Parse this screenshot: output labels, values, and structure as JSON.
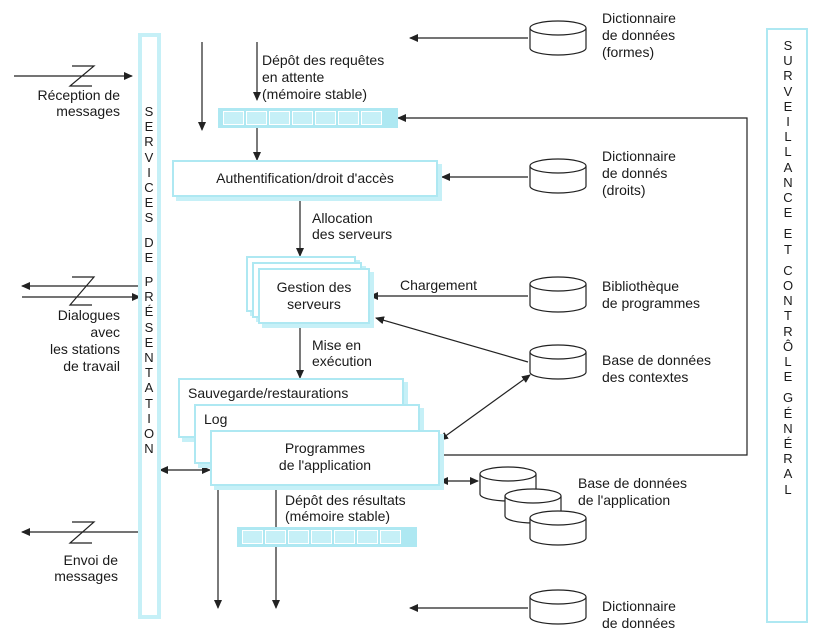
{
  "presentation_band": [
    "S",
    "E",
    "R",
    "V",
    "I",
    "C",
    "E",
    "S",
    "",
    "D",
    "E",
    "",
    "P",
    "R",
    "É",
    "S",
    "E",
    "N",
    "T",
    "A",
    "T",
    "I",
    "O",
    "N"
  ],
  "control_band": [
    "S",
    "U",
    "R",
    "V",
    "E",
    "I",
    "L",
    "L",
    "A",
    "N",
    "C",
    "E",
    "",
    "E",
    "T",
    "",
    "C",
    "O",
    "N",
    "T",
    "R",
    "Ô",
    "L",
    "E",
    "",
    "G",
    "É",
    "N",
    "É",
    "R",
    "A",
    "L"
  ],
  "left_labels": {
    "reception": "Réception de\nmessages",
    "dialogues": "Dialogues\navec\nles stations\nde travail",
    "envoi": "Envoi de\nmessages"
  },
  "queue_in_label": "Dépôt des requêtes\nen attente\n(mémoire stable)",
  "auth_label": "Authentification/droit d'accès",
  "allocation_label": "Allocation\ndes serveurs",
  "gestion_label": "Gestion des\nserveurs",
  "chargement_label": "Chargement",
  "mise_label": "Mise en\nexécution",
  "sauvegarde_label": "Sauvegarde/restaurations",
  "log_label": "Log",
  "programmes_label": "Programmes\nde l'application",
  "queue_out_label": "Dépôt des résultats\n(mémoire stable)",
  "databases": {
    "dict_formes": "Dictionnaire\nde données\n(formes)",
    "dict_droits": "Dictionnaire\nde donnés\n(droits)",
    "bibliotheque": "Bibliothèque\nde programmes",
    "contextes": "Base de données\ndes contextes",
    "application": "Base de données\nde l'application",
    "dict_bottom": "Dictionnaire\nde données"
  },
  "colors": {
    "accent": "#aee8f2",
    "accent_fill": "#c6f0f7",
    "line": "#222222"
  }
}
